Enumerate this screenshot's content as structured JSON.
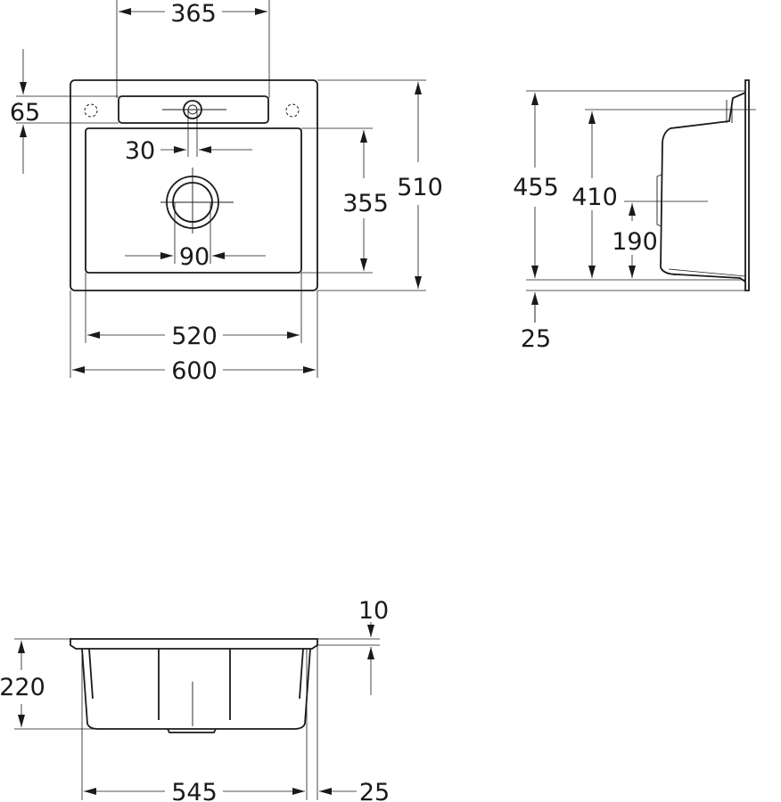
{
  "drawing": {
    "ink_color": "#1a1a1a",
    "background": "#ffffff"
  },
  "top_view": {
    "dim_tap_spacing": "365",
    "dim_tap_ledge": "65",
    "dim_tap_hole": "30",
    "dim_bowl_depth": "355",
    "dim_overall_depth": "510",
    "dim_drain": "90",
    "dim_bowl_width": "520",
    "dim_overall_width": "600"
  },
  "side_view": {
    "dim_height": "455",
    "dim_inner": "410",
    "dim_drain_height": "190",
    "dim_rim": "25"
  },
  "front_view": {
    "dim_rim_thickness": "10",
    "dim_bowl_height": "220",
    "dim_width": "545",
    "dim_offset": "25"
  }
}
